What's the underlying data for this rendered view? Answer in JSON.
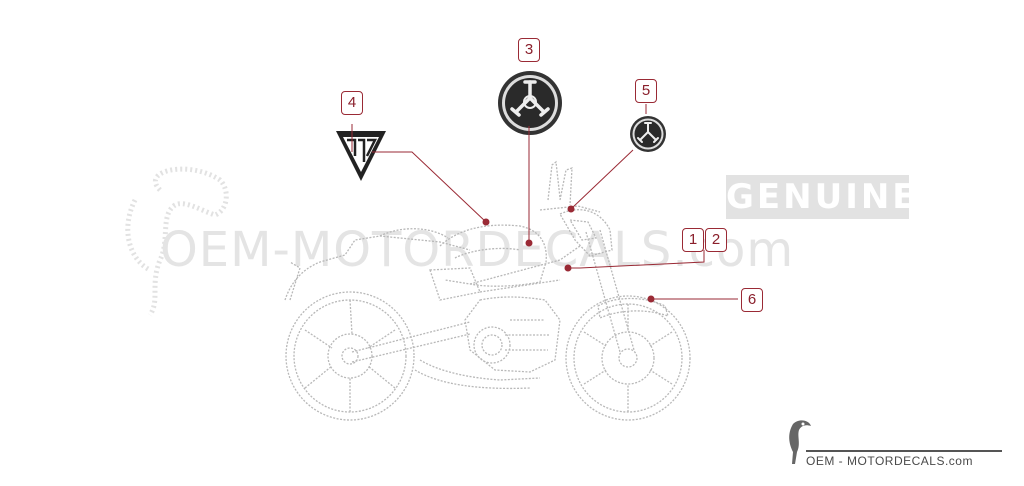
{
  "watermark": {
    "text": "OEM-MOTORDECALS.com",
    "badge": "GENUINE"
  },
  "callouts": [
    {
      "id": "callout-1",
      "label": "1"
    },
    {
      "id": "callout-2",
      "label": "2"
    },
    {
      "id": "callout-3",
      "label": "3"
    },
    {
      "id": "callout-4",
      "label": "4"
    },
    {
      "id": "callout-5",
      "label": "5"
    },
    {
      "id": "callout-6",
      "label": "6"
    }
  ],
  "footer": {
    "brand": "OEM - MOTORDECALS.com"
  },
  "colors": {
    "accent": "#9a2a35",
    "line": "#b0b0b0",
    "watermark": "#e0e0e0"
  }
}
